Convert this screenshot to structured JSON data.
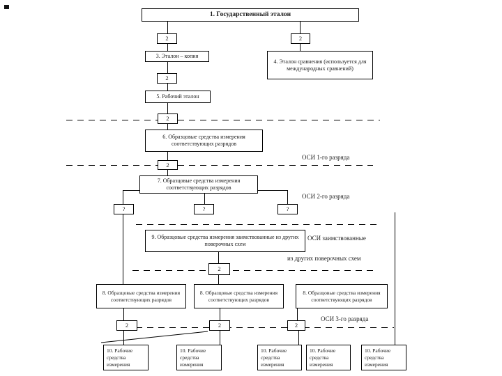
{
  "diagram": {
    "boxes": {
      "b1": "1. Государственный эталон",
      "b3": "3. Эталон – копия",
      "b4": "4. Эталон сравнения (используется для международных сравнений)",
      "b5": "5. Рабочий эталон",
      "b6": "6. Образцовые средства измерения соответствующих разрядов",
      "b7": "7. Образцовые средства измерения соответствующих разрядов",
      "b8": "8. Образцовые средства измерения соответствующих разрядов",
      "b9": "9. Образцовые средства измерения заимствованные из других поверочных схем",
      "b10": "10. Рабочие средства измерения"
    },
    "connectors": {
      "method2": "2",
      "methodQ": "?"
    },
    "labels": {
      "osi1": "ОСИ 1-го разряда",
      "osi2": "ОСИ 2-го разряда",
      "osi_borrowed_line1": "ОСИ заимствованные",
      "osi_borrowed_line2": "из других поверочных схем",
      "osi3": "ОСИ 3-го разряда"
    }
  }
}
